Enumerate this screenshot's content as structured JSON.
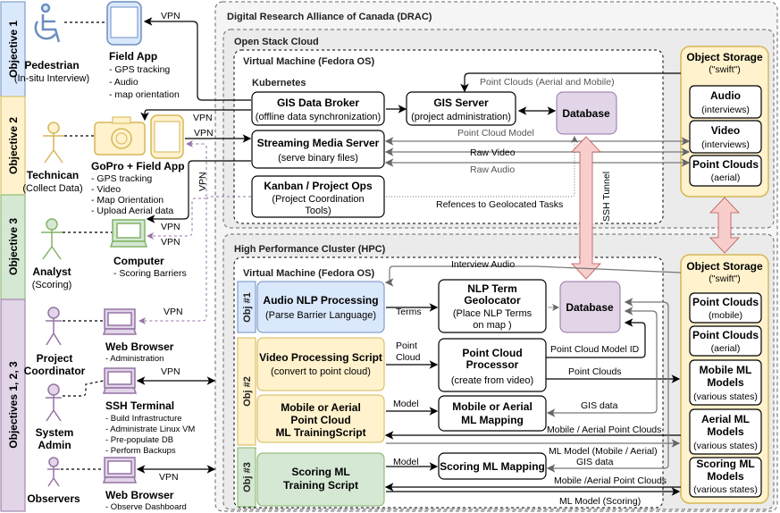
{
  "objectives": {
    "obj1": "Objective 1",
    "obj2": "Objective 2",
    "obj3": "Objective 3",
    "obj123": "Objectives 1, 2, 3"
  },
  "actors": {
    "pedestrian": {
      "name": "Pedestrian",
      "role": "(In-situ Interview)"
    },
    "technician": {
      "name": "Technican",
      "role": "(Collect Data)"
    },
    "analyst": {
      "name": "Analyst",
      "role": "(Scoring)"
    },
    "coordinator": {
      "name": [
        "Project",
        "Coordinator"
      ]
    },
    "sysadmin": {
      "name": [
        "System",
        "Admin"
      ]
    },
    "observers": {
      "name": "Observers"
    }
  },
  "devices": {
    "field_app": {
      "title": "Field App",
      "items": [
        "- GPS tracking",
        "- Audio",
        "- map orientation"
      ]
    },
    "gopro": {
      "title": "GoPro + Field App",
      "items": [
        "- GPS tracking",
        "- Video",
        "- Map Orientation",
        "- Upload Aerial data"
      ]
    },
    "computer": {
      "title": "Computer",
      "items": [
        "- Scoring Barriers"
      ]
    },
    "web_browser_admin": {
      "title": "Web Browser",
      "items": [
        "- Administration"
      ]
    },
    "ssh_terminal": {
      "title": "SSH Terminal",
      "items": [
        "- Build Infrastructure",
        "- Administrate Linux VM",
        "- Pre-populate DB",
        "- Perform Backups"
      ]
    },
    "web_browser_obs": {
      "title": "Web Browser",
      "items": [
        "- Observe Dashboard"
      ]
    }
  },
  "vpn": "VPN",
  "drac": {
    "title": "Digital Research Alliance of Canada (DRAC)",
    "openstack": {
      "title": "Open Stack Cloud",
      "vm_title": "Virtual Machine (Fedora OS)",
      "kubernetes": "Kubernetes",
      "gis_broker": {
        "title": "GIS Data Broker",
        "sub": "(offline data synchronization)"
      },
      "gis_server": {
        "title": "GIS Server",
        "sub": "(project administration)"
      },
      "database": "Database",
      "streaming": {
        "title": "Streaming Media Server",
        "sub": "(serve binary files)"
      },
      "kanban": {
        "title": "Kanban / Project Ops",
        "sub": [
          "(Project Coordination",
          "Tools)"
        ]
      },
      "storage": {
        "title": "Object Storage",
        "sub": "(\"swift\")",
        "items": [
          {
            "title": "Audio",
            "sub": "(interviews)"
          },
          {
            "title": "Video",
            "sub": "(interviews)"
          },
          {
            "title": "Point Clouds",
            "sub": "(aerial)"
          }
        ]
      },
      "edges": {
        "point_clouds_am": "Point Clouds (Aerial and Mobile)",
        "point_cloud_model": "Point Cloud Model",
        "raw_video": "Raw Video",
        "raw_audio": "Raw Audio",
        "refs_tasks": "Refences to Geolocated Tasks"
      }
    },
    "ssh_tunnel": "SSH Tunnel",
    "hpc": {
      "title": "High Performance Cluster (HPC)",
      "vm_title": "Virtual Machine (Fedora OS)",
      "obj_labels": [
        "Obj #1",
        "Obj #2",
        "Obj #3"
      ],
      "audio_nlp": {
        "title": "Audio NLP Processing",
        "sub": "(Parse Barrier Language)"
      },
      "nlp_geo": {
        "title": [
          "NLP Term",
          "Geolocator"
        ],
        "sub": [
          "(Place NLP Terms",
          "on map )"
        ]
      },
      "database": "Database",
      "video_proc": {
        "title": "Video Processing Script",
        "sub": "(convert to point cloud)"
      },
      "pc_proc": {
        "title": [
          "Point Cloud",
          "Processor"
        ],
        "sub": "(create from video)"
      },
      "ml_train": {
        "title": [
          "Mobile or Aerial",
          "Point Cloud",
          "ML TrainingScript"
        ]
      },
      "ml_map": {
        "title": [
          "Mobile or Aerial",
          "ML Mapping"
        ]
      },
      "scoring_train": {
        "title": [
          "Scoring ML",
          "Training Script"
        ]
      },
      "scoring_map": {
        "title": "Scoring ML Mapping"
      },
      "storage": {
        "title": "Object Storage",
        "sub": "(\"swift\")",
        "items": [
          {
            "title": [
              "Point Clouds"
            ],
            "sub": "(mobile)"
          },
          {
            "title": [
              "Point Clouds"
            ],
            "sub": "(aerial)"
          },
          {
            "title": [
              "Mobile ML",
              "Models"
            ],
            "sub": "(various states)"
          },
          {
            "title": [
              "Aerial ML",
              "Models"
            ],
            "sub": "(various states)"
          },
          {
            "title": [
              "Scoring ML",
              "Models"
            ],
            "sub": "(various states)"
          }
        ]
      },
      "edges": {
        "interview_audio": "Interview Audio",
        "terms": "Terms",
        "point_cloud": [
          "Point",
          "Cloud"
        ],
        "pc_model_id": "Point Cloud Model ID",
        "point_clouds": "Point Clouds",
        "model1": "Model",
        "gis_data1": "GIS data",
        "mobile_aerial_pc1": "Mobile / Aerial Point Clouds",
        "ml_model_ma": "ML Model (Mobile / Aerial)",
        "model2": "Model",
        "gis_data2": "GIS data",
        "mobile_aerial_pc2": "Mobile /Aerial Point Clouds",
        "ml_model_scoring": "ML Model (Scoring)"
      }
    }
  },
  "colors": {
    "blue_fill": "#dae8fc",
    "blue_stroke": "#6c8ebf",
    "yellow_fill": "#fff2cc",
    "yellow_stroke": "#d6b656",
    "green_fill": "#d5e8d4",
    "green_stroke": "#82b366",
    "purple_fill": "#e1d5e7",
    "purple_stroke": "#9673a6",
    "tunnel_fill": "#f8cecc",
    "tunnel_stroke": "#b85450"
  }
}
